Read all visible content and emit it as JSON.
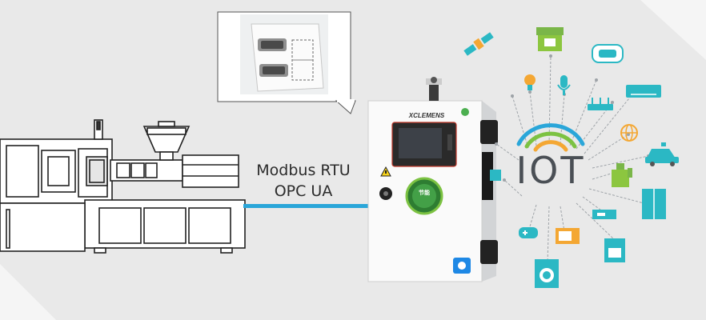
{
  "protocols": {
    "line1": "Modbus RTU",
    "line2": "OPC UA"
  },
  "iot": {
    "label": "IOT"
  },
  "cabinet": {
    "brand": "XCLEMENS",
    "seal": "节能"
  },
  "colors": {
    "background": "#e9e9e9",
    "stripe": "#f6f6f6",
    "link_blue": "#2aa6d9",
    "iot_green": "#7cc242",
    "iot_blue": "#2aa6d9",
    "iot_orange": "#f4a733",
    "icon_teal": "#2bb8c4",
    "icon_orange": "#f4a733",
    "icon_green": "#8cc63f"
  },
  "icons": [
    "satellite-icon",
    "lightbulb-icon",
    "storefront-icon",
    "microphone-icon",
    "vr-headset-icon",
    "air-conditioner-icon",
    "router-icon",
    "globe-icon",
    "car-icon",
    "kettle-icon",
    "refrigerator-icon",
    "oven-icon",
    "washing-machine-icon",
    "microwave-icon",
    "gamepad-icon",
    "card-reader-icon",
    "chip-icon"
  ]
}
